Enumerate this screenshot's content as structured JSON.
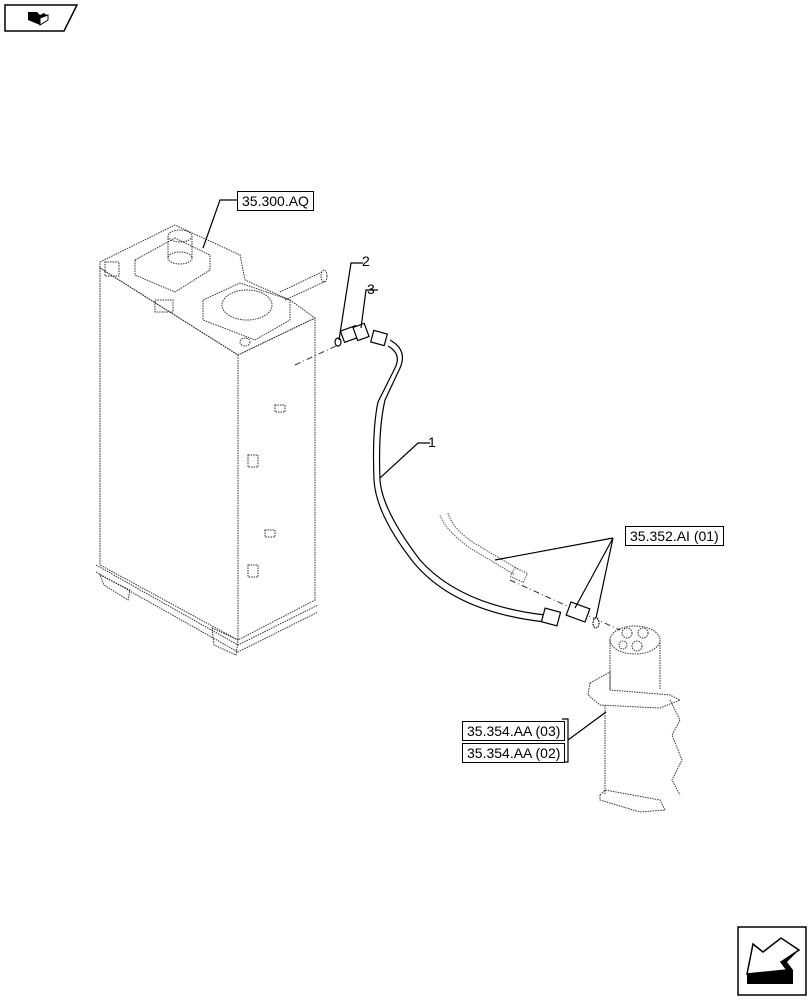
{
  "diagram": {
    "type": "parts exploded view",
    "subject": "hydraulic tank, hose and swivel joint",
    "reference_labels": [
      {
        "id": "ref-tank",
        "text": "35.300.AQ"
      },
      {
        "id": "ref-hose",
        "text": "35.352.AI (01)"
      },
      {
        "id": "ref-swivel-03",
        "text": "35.354.AA (03)"
      },
      {
        "id": "ref-swivel-02",
        "text": "35.354.AA (02)"
      }
    ],
    "part_numbers": [
      {
        "id": "part-1",
        "text": "1",
        "desc": "hose"
      },
      {
        "id": "part-2",
        "text": "2",
        "desc": "o-ring"
      },
      {
        "id": "part-3",
        "text": "3",
        "desc": "elbow fitting"
      }
    ]
  },
  "nav": {
    "top_icon": "book-nav-icon",
    "bottom_icon": "return-arrow-icon"
  },
  "colors": {
    "line": "#000000",
    "background": "#ffffff"
  }
}
